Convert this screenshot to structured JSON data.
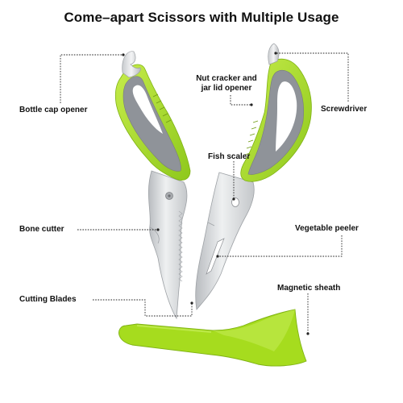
{
  "title": "Come–apart Scissors with Multiple Usage",
  "callouts": {
    "bottle_cap_opener": "Bottle cap opener",
    "nut_cracker_line1": "Nut cracker and",
    "nut_cracker_line2": "jar lid opener",
    "screwdriver": "Screwdriver",
    "fish_scaler": "Fish scaler",
    "bone_cutter": "Bone cutter",
    "vegetable_peeler": "Vegetable peeler",
    "cutting_blades": "Cutting Blades",
    "magnetic_sheath": "Magnetic sheath"
  },
  "colors": {
    "handle_green": "#a8dc2c",
    "handle_gray": "#8f9399",
    "blade_steel": "#d8dadc"
  }
}
